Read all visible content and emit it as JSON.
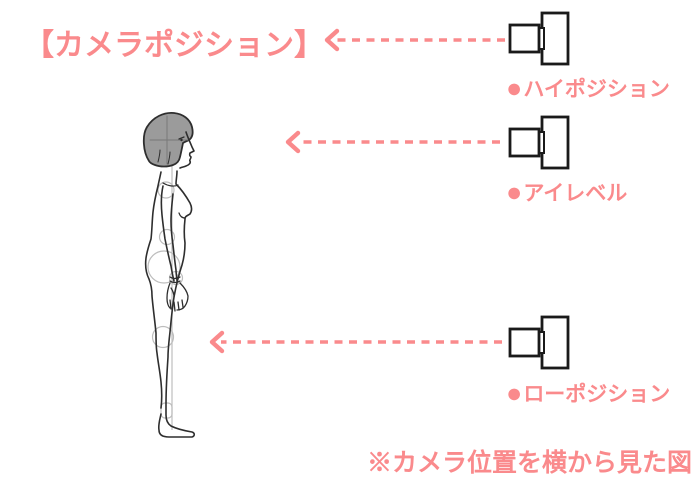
{
  "title": "【カメラポジション】",
  "note": "※カメラ位置を横から見た図",
  "cameras": [
    {
      "bullet": "●",
      "label": "ハイポジション"
    },
    {
      "bullet": "●",
      "label": "アイレベル"
    },
    {
      "bullet": "●",
      "label": "ローポジション"
    }
  ],
  "colors": {
    "accent": "#FA8A8C",
    "line": "#2E2E2E",
    "hair_fill": "#9B9B9B",
    "guide": "#BDBDBD",
    "camera_stroke": "#1A1A1A",
    "background": "#FFFFFF"
  }
}
